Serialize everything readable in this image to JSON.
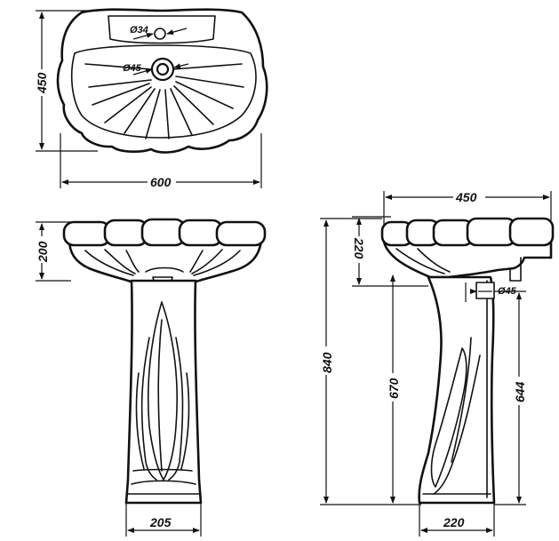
{
  "top_view": {
    "dim_depth": "450",
    "dim_width": "600",
    "tap_hole_label": "Ø34",
    "drain_hole_label": "Ø45"
  },
  "front_view": {
    "dim_basin_height": "200",
    "dim_pedestal_width": "205"
  },
  "side_view": {
    "dim_depth": "450",
    "dim_bowl_height": "220",
    "dim_total_height": "840",
    "dim_pedestal_height": "670",
    "dim_drain_height": "644",
    "dim_pedestal_base": "220",
    "drain_label": "Ø45"
  }
}
